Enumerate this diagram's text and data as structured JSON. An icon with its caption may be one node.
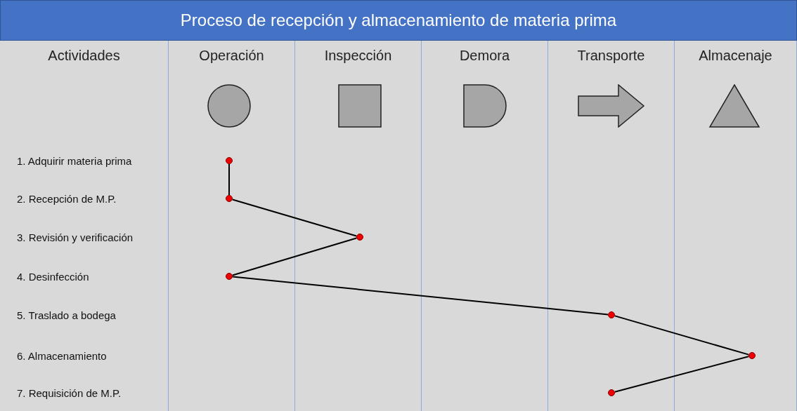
{
  "diagram": {
    "title": "Proceso de recepción y almacenamiento de materia prima",
    "nodes": [
      {
        "text": [
          "Actividades"
        ]
      },
      {
        "text": [
          "Operación"
        ]
      },
      {
        "text": [
          "Inspección"
        ]
      },
      {
        "text": [
          "Demora"
        ]
      },
      {
        "text": [
          "Transporte"
        ]
      },
      {
        "text": [
          "Almacenaje"
        ]
      },
      {
        "text": [],
        "shape": "circle",
        "in": 1
      },
      {
        "text": [],
        "shape": "box",
        "in": 2
      },
      {
        "text": [],
        "shape": "delay",
        "in": 3
      },
      {
        "text": [],
        "shape": "arrow",
        "in": 4
      },
      {
        "text": [],
        "shape": "triangle",
        "in": 5
      },
      {
        "text": [],
        "shape": "dot",
        "in": 1
      },
      {
        "text": [],
        "shape": "dot",
        "in": 1
      },
      {
        "text": [],
        "shape": "dot",
        "in": 2
      },
      {
        "text": [],
        "shape": "dot",
        "in": 1
      },
      {
        "text": [],
        "shape": "dot",
        "in": 4
      },
      {
        "text": [],
        "shape": "dot",
        "in": 5
      },
      {
        "text": [],
        "shape": "dot",
        "in": 4
      }
    ],
    "edges": [
      {
        "from": 11,
        "to": 12,
        "arrow": "none"
      },
      {
        "from": 12,
        "to": 13,
        "arrow": "none"
      },
      {
        "from": 13,
        "to": 14,
        "arrow": "none"
      },
      {
        "from": 14,
        "to": 15,
        "arrow": "none"
      },
      {
        "from": 15,
        "to": 16,
        "arrow": "none"
      },
      {
        "from": 16,
        "to": 17,
        "arrow": "none"
      }
    ],
    "labels": [
      "1. Adquirir materia prima",
      "2. Recepción de M.P.",
      "3. Revisión y verificación",
      "4. Desinfección",
      "5. Traslado a bodega",
      "6. Almacenamiento",
      "7. Requisición de M.P."
    ]
  }
}
